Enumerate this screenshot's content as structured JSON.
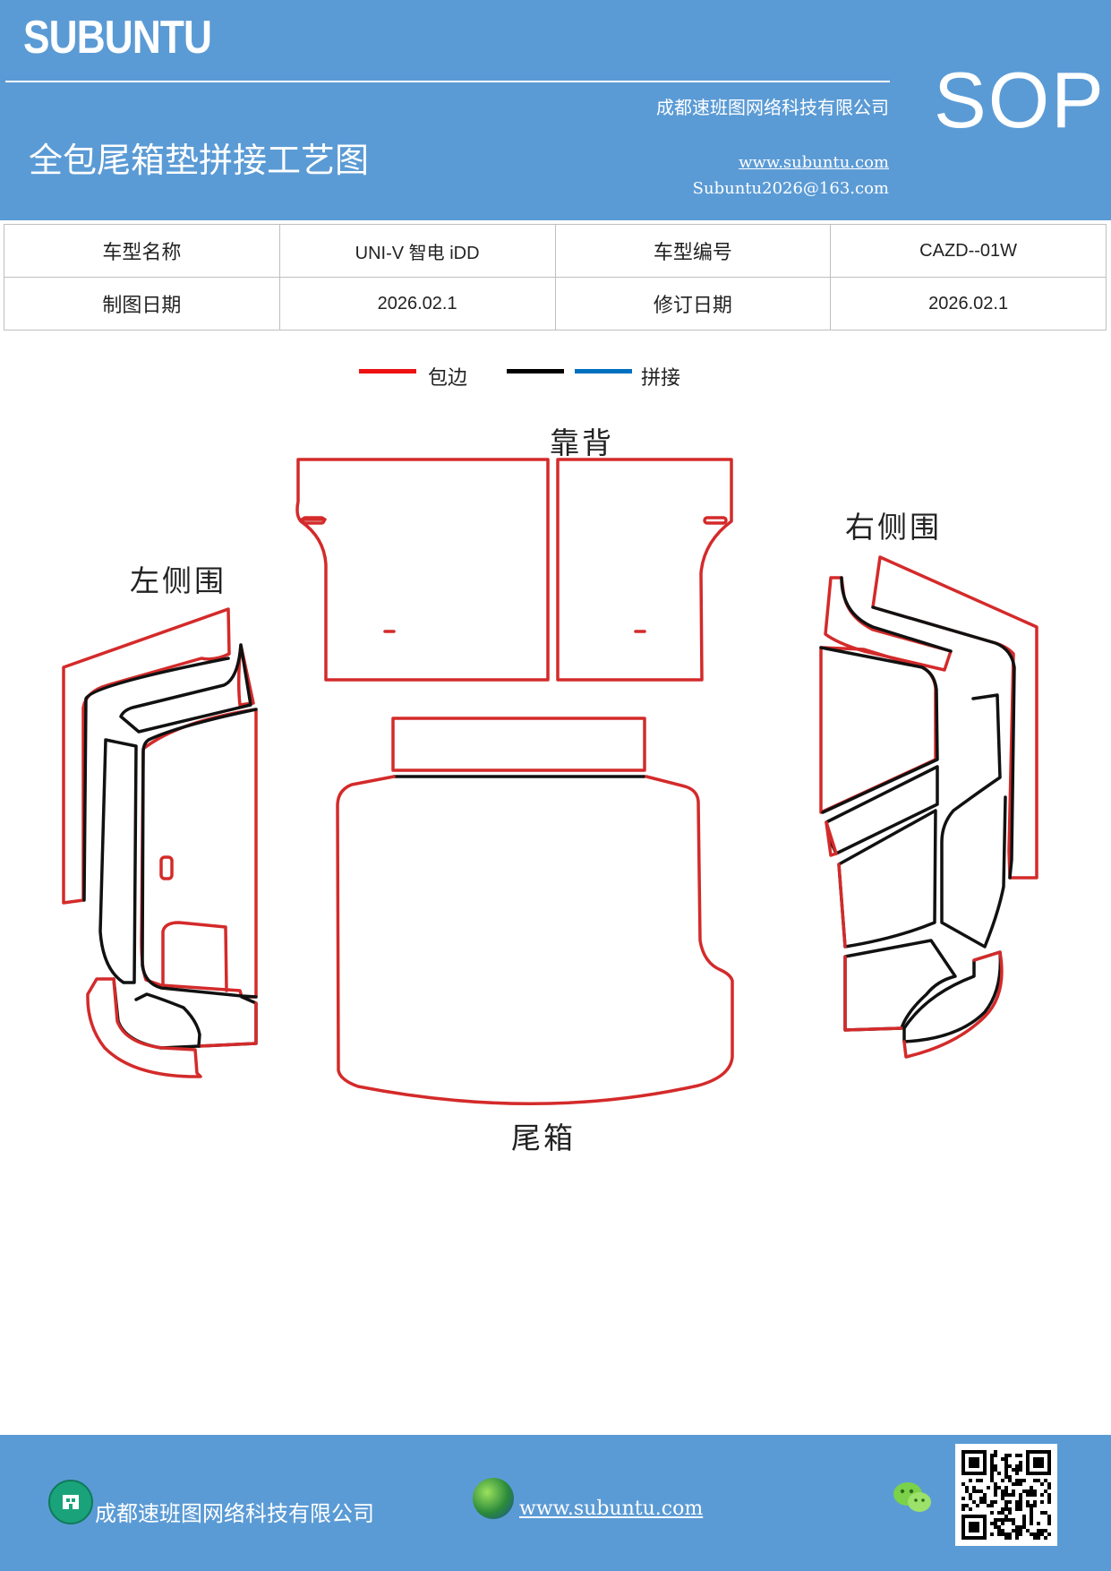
{
  "header": {
    "brand": "SUBUNTU",
    "company": "成都速班图网络科技有限公司",
    "title": "全包尾箱垫拼接工艺图",
    "website": "www.subuntu.com",
    "email": "Subuntu2026@163.com",
    "badge": "SOP"
  },
  "info_table": {
    "rows": [
      [
        "车型名称",
        "UNI-V  智电 iDD",
        "车型编号",
        "CAZD--01W"
      ],
      [
        "制图日期",
        "2026.02.1",
        "修订日期",
        "2026.02.1"
      ]
    ]
  },
  "legend": {
    "items": [
      {
        "label": "包边",
        "color": "#ee1111"
      },
      {
        "label": "",
        "color": "#000000"
      },
      {
        "label": "拼接",
        "color": "#0070c0"
      }
    ]
  },
  "parts": {
    "backrest": "靠背",
    "left_side": "左侧围",
    "right_side": "右侧围",
    "trunk": "尾箱"
  },
  "colors": {
    "header_bg": "#5b9bd5",
    "edge_red": "#d42a2a",
    "seam_black": "#111111"
  },
  "footer": {
    "company": "成都速班图网络科技有限公司",
    "website": "www.subuntu.com "
  }
}
